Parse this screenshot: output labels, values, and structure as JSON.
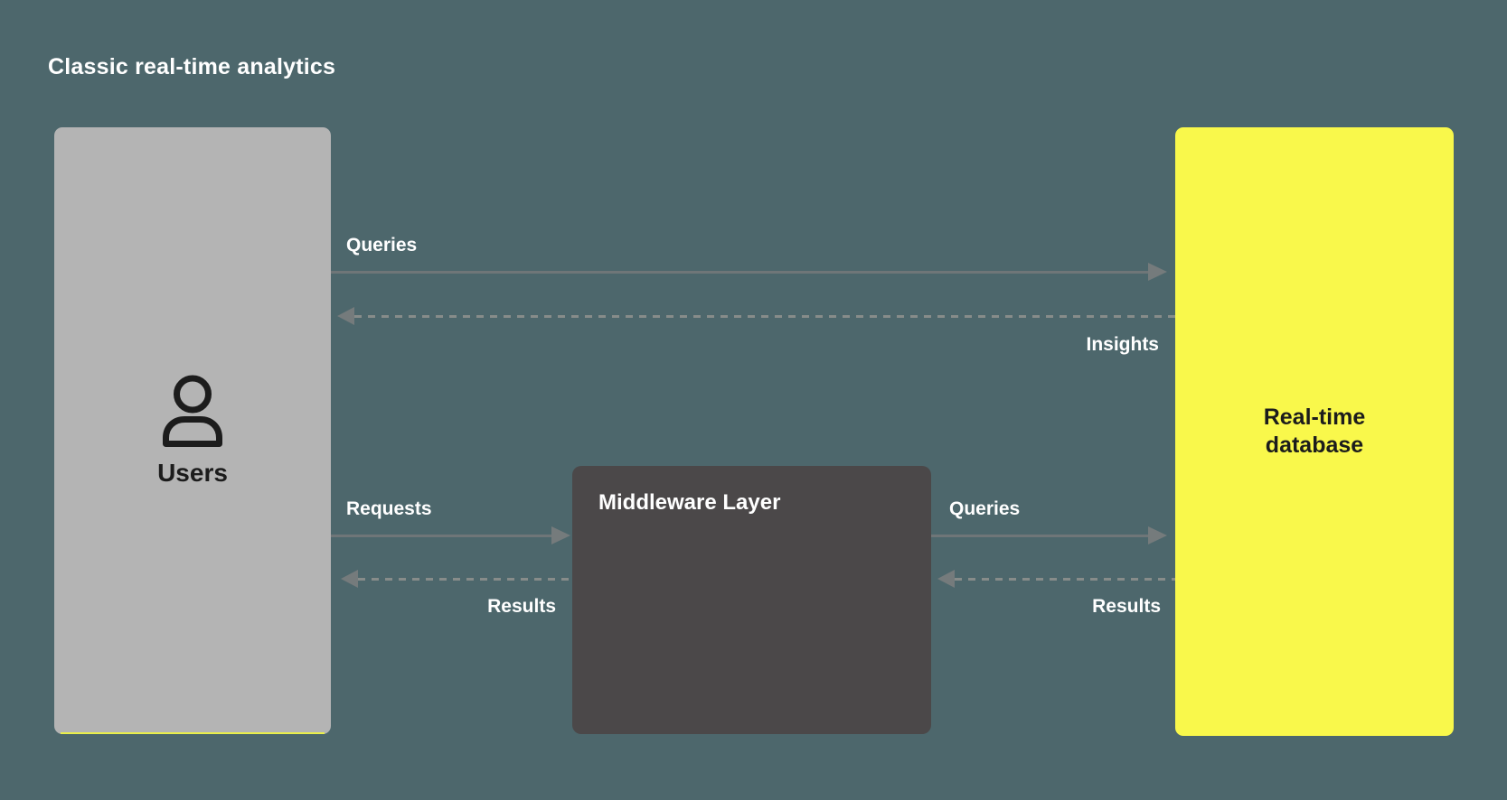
{
  "title": "Classic real-time analytics",
  "nodes": {
    "users": {
      "label": "Users",
      "icon": "person-icon"
    },
    "middleware": {
      "label": "Middleware Layer"
    },
    "database": {
      "label": "Real-time database"
    }
  },
  "arrows": [
    {
      "id": "queries-top",
      "label": "Queries",
      "from": "users",
      "to": "database",
      "style": "solid",
      "direction": "right"
    },
    {
      "id": "insights-top",
      "label": "Insights",
      "from": "database",
      "to": "users",
      "style": "dashed",
      "direction": "left"
    },
    {
      "id": "requests",
      "label": "Requests",
      "from": "users",
      "to": "middleware",
      "style": "solid",
      "direction": "right"
    },
    {
      "id": "results-left",
      "label": "Results",
      "from": "middleware",
      "to": "users",
      "style": "dashed",
      "direction": "left"
    },
    {
      "id": "queries-right",
      "label": "Queries",
      "from": "middleware",
      "to": "database",
      "style": "solid",
      "direction": "right"
    },
    {
      "id": "results-right",
      "label": "Results",
      "from": "database",
      "to": "middleware",
      "style": "dashed",
      "direction": "left"
    }
  ],
  "colors": {
    "background": "#4d676c",
    "users_box": "#b4b4b4",
    "middleware_box": "#4b4849",
    "database_box": "#f9f84b",
    "solid_arrow": "#6f7678",
    "dashed_arrow": "#878c8a",
    "arrowhead": "#757b7c",
    "label_text": "#ffffff",
    "node_dark_text": "#1c1c1c",
    "users_bottom_hairline": "#e9ee4b"
  }
}
